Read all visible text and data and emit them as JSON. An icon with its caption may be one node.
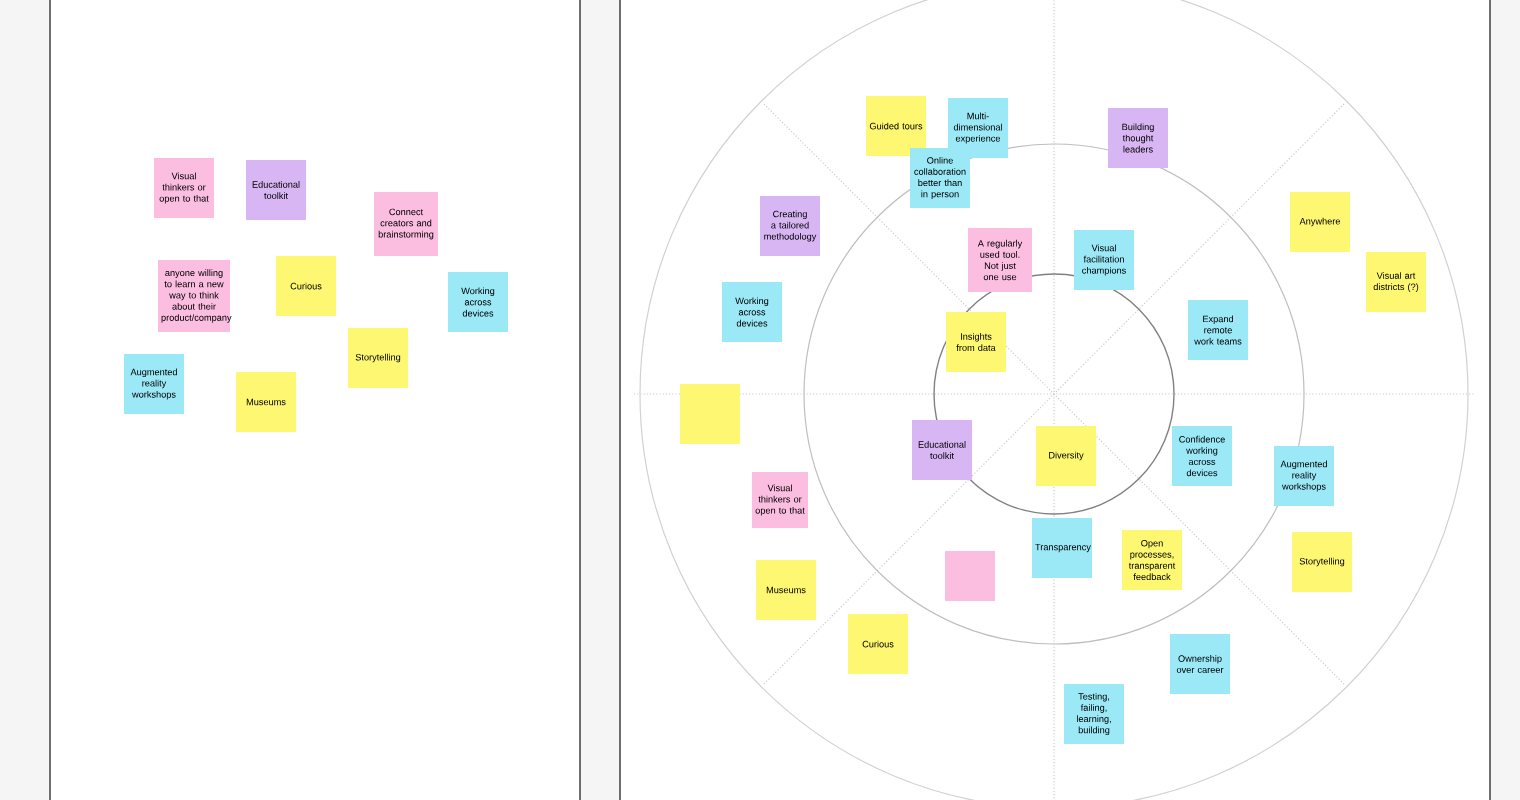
{
  "diagram": {
    "nodes": [
      {
        "text": [
          "Visual thinkers or open to that"
        ]
      },
      {
        "text": [
          "Educational toolkit"
        ]
      },
      {
        "text": [
          "Connect creators and brainstorming"
        ]
      },
      {
        "text": [
          "anyone willing to learn a new way to think about their product/company"
        ]
      },
      {
        "text": [
          "Curious"
        ]
      },
      {
        "text": [
          "Working across devices"
        ]
      },
      {
        "text": [
          "Storytelling"
        ]
      },
      {
        "text": [
          "Augmented reality workshops"
        ]
      },
      {
        "text": [
          "Museums"
        ]
      },
      {
        "text": [
          "Guided tours"
        ]
      },
      {
        "text": [
          "Multi-dimensional experience"
        ]
      },
      {
        "text": [
          "Online collaboration better than in person"
        ]
      },
      {
        "text": [
          "Building thought leaders"
        ]
      },
      {
        "text": [
          "Creating a tailored methodology"
        ]
      },
      {
        "text": [
          "A regularly used tool. Not just one use"
        ]
      },
      {
        "text": [
          "Visual facilitation champions"
        ]
      },
      {
        "text": [
          "Anywhere"
        ]
      },
      {
        "text": [
          "Visual art districts (?)"
        ]
      },
      {
        "text": [
          "Working across devices"
        ]
      },
      {
        "text": [
          "Insights from data"
        ]
      },
      {
        "text": [
          "Expand remote work teams"
        ]
      },
      {
        "text": [],
        "shape": "box"
      },
      {
        "text": [
          "Educational toolkit"
        ]
      },
      {
        "text": [
          "Diversity"
        ]
      },
      {
        "text": [
          "Confidence working across devices"
        ]
      },
      {
        "text": [
          "Augmented reality workshops"
        ]
      },
      {
        "text": [
          "Visual thinkers or open to that"
        ]
      },
      {
        "text": [
          "Transparency"
        ]
      },
      {
        "text": [
          "Open processes, transparent feedback"
        ]
      },
      {
        "text": [
          "Storytelling"
        ]
      },
      {
        "text": [],
        "shape": "box"
      },
      {
        "text": [
          "Museums"
        ]
      },
      {
        "text": [
          "Curious"
        ]
      },
      {
        "text": [
          "Ownership over career"
        ]
      },
      {
        "text": [
          "Testing, failing, learning, building"
        ]
      }
    ]
  }
}
